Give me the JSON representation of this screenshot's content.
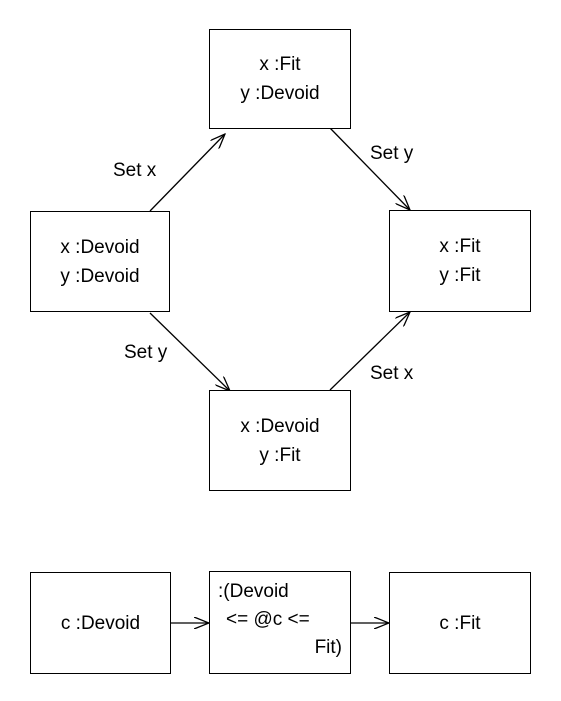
{
  "states": {
    "start": {
      "line1": "x :Devoid",
      "line2": "y :Devoid"
    },
    "top": {
      "line1": "x :Fit",
      "line2": "y :Devoid"
    },
    "right": {
      "line1": "x :Fit",
      "line2": "y :Fit"
    },
    "bottom": {
      "line1": "x :Devoid",
      "line2": "y :Fit"
    }
  },
  "transitions": {
    "start_to_top": "Set x",
    "top_to_right": "Set y",
    "start_to_bottom": "Set y",
    "bottom_to_right": "Set x"
  },
  "sequence": {
    "from": "c :Devoid",
    "constraint": {
      "line1": ":(Devoid",
      "line2": "<= @c <=",
      "line3": "Fit)"
    },
    "to": "c :Fit"
  }
}
